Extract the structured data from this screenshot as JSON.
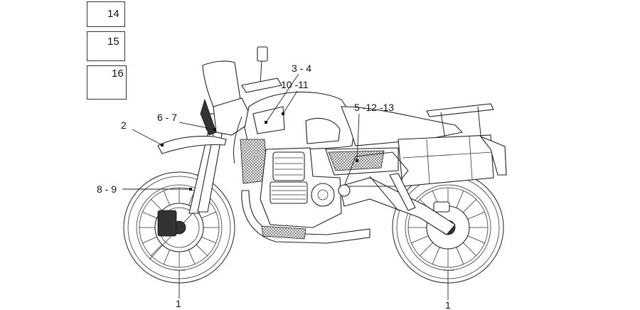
{
  "reference_boxes": [
    {
      "label": "14"
    },
    {
      "label": "15"
    },
    {
      "label": "16"
    }
  ],
  "callouts": {
    "c1_front": "1",
    "c1_rear": "1",
    "c2": "2",
    "c3_4": "3 - 4",
    "c5_12_13": "5 -12 -13",
    "c6_7": "6 - 7",
    "c8_9": "8 - 9",
    "c10_11": "10 -11"
  },
  "colors": {
    "line": "#222222",
    "background": "#ffffff"
  }
}
